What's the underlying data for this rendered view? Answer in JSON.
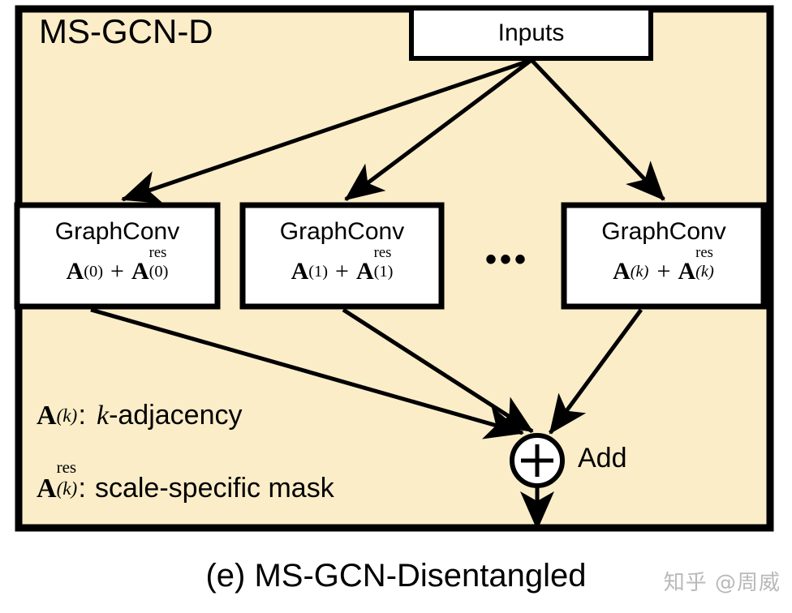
{
  "figure": {
    "panel_label": "MS-GCN-D",
    "caption": "(e) MS-GCN-Disentangled",
    "watermark": "知乎 @周威",
    "colors": {
      "panel_background": "#faedc8",
      "node_fill": "#ffffff",
      "stroke": "#000000",
      "page_background": "#ffffff",
      "watermark_text": "#b9b9b9"
    }
  },
  "nodes": {
    "input": {
      "label": "Inputs"
    },
    "branches": [
      {
        "title": "GraphConv",
        "formula_plain": "A_(0) + A^res_(0)",
        "matrix": "A",
        "subscript": "(0)",
        "superscript": "res",
        "operator": "+"
      },
      {
        "title": "GraphConv",
        "formula_plain": "A_(1) + A^res_(1)",
        "matrix": "A",
        "subscript": "(1)",
        "superscript": "res",
        "operator": "+"
      },
      {
        "title": "GraphConv",
        "formula_plain": "A_(k) + A^res_(k)",
        "matrix": "A",
        "subscript": "(k)",
        "superscript": "res",
        "operator": "+"
      }
    ],
    "ellipsis": "•••",
    "adder": {
      "glyph": "+",
      "label": "Add"
    }
  },
  "legend": [
    {
      "symbol_matrix": "A",
      "symbol_sub": "(k)",
      "symbol_sup": "",
      "separator": ":",
      "text_italic": "k",
      "text": "-adjacency",
      "plain": "A_(k): k-adjacency"
    },
    {
      "symbol_matrix": "A",
      "symbol_sub": "(k)",
      "symbol_sup": "res",
      "separator": ":",
      "text_italic": "",
      "text": "scale-specific mask",
      "plain": "A^res_(k): scale-specific mask"
    }
  ],
  "edges": [
    {
      "from": "input",
      "to": "branch-0"
    },
    {
      "from": "input",
      "to": "branch-1"
    },
    {
      "from": "input",
      "to": "branch-2"
    },
    {
      "from": "branch-0",
      "to": "adder"
    },
    {
      "from": "branch-1",
      "to": "adder"
    },
    {
      "from": "branch-2",
      "to": "adder"
    },
    {
      "from": "adder",
      "to": "output"
    }
  ]
}
